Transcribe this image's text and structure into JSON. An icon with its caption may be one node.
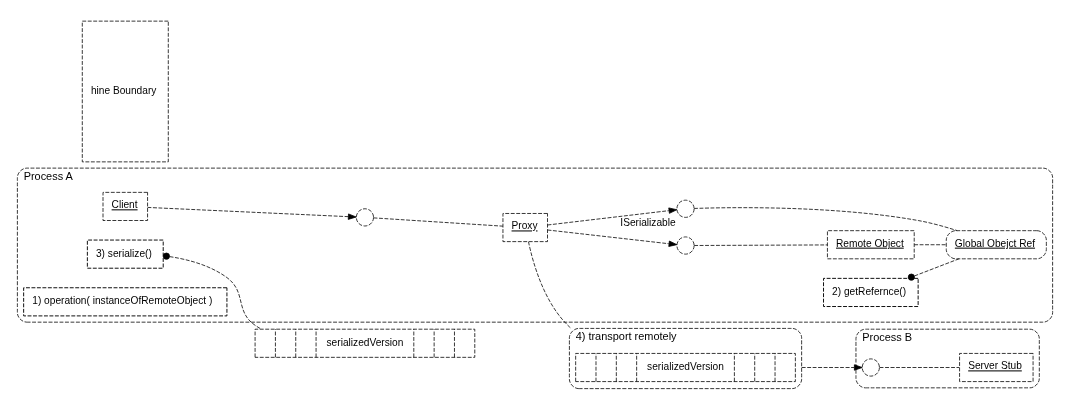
{
  "diagram": {
    "nodes": [
      {
        "text": [
          "Process A"
        ]
      },
      {
        "text": [
          "Remote Object"
        ],
        "in": 0
      },
      {
        "text": [
          "Global Obejct Ref"
        ],
        "in": 0
      },
      {
        "text": [
          "Proxy"
        ],
        "in": 0
      },
      {
        "text": [
          "Client"
        ],
        "in": 0
      },
      {
        "text": [],
        "shape": "circle",
        "in": 0
      },
      {
        "text": [],
        "shape": "circle",
        "in": 0,
        "beside": [
          "ISerializable"
        ]
      },
      {
        "text": [],
        "shape": "circle",
        "in": 0
      },
      {
        "text": [
          "2) getRefernce()"
        ],
        "in": 0
      },
      {
        "text": [
          "3) serialize()"
        ],
        "in": 0
      },
      {
        "text": [
          "serializedVersion"
        ]
      },
      {
        "text": [
          "1) operation( instanceOfRemoteObject )"
        ],
        "in": 0
      },
      {
        "text": [
          "4) transport remotely"
        ]
      },
      {
        "text": [
          "serializedVersion"
        ],
        "in": 12
      },
      {
        "text": [
          "hine Boundary"
        ]
      },
      {
        "text": [
          "Process B"
        ]
      },
      {
        "text": [],
        "shape": "circle",
        "in": 15
      },
      {
        "text": [
          "Server Stub"
        ],
        "in": 15
      }
    ],
    "edges": [
      {
        "from": 5,
        "to": 1,
        "arrow": "none"
      },
      {
        "from": 1,
        "to": 2,
        "arrow": "none"
      },
      {
        "from": 6,
        "to": 2,
        "arrow": "none"
      },
      {
        "from": 8,
        "to": 2,
        "arrow": "other"
      },
      {
        "from": 3,
        "to": 5,
        "arrow": "to"
      },
      {
        "from": 3,
        "to": 6,
        "arrow": "to"
      },
      {
        "from": 7,
        "to": 3,
        "arrow": "none"
      },
      {
        "from": 4,
        "to": 7,
        "arrow": "to"
      },
      {
        "from": 9,
        "to": 10,
        "arrow": "other"
      },
      {
        "from": 3,
        "to": 12,
        "arrow": "none"
      },
      {
        "from": 12,
        "to": 16,
        "arrow": "to"
      },
      {
        "from": 16,
        "to": 17,
        "arrow": "none"
      }
    ]
  }
}
